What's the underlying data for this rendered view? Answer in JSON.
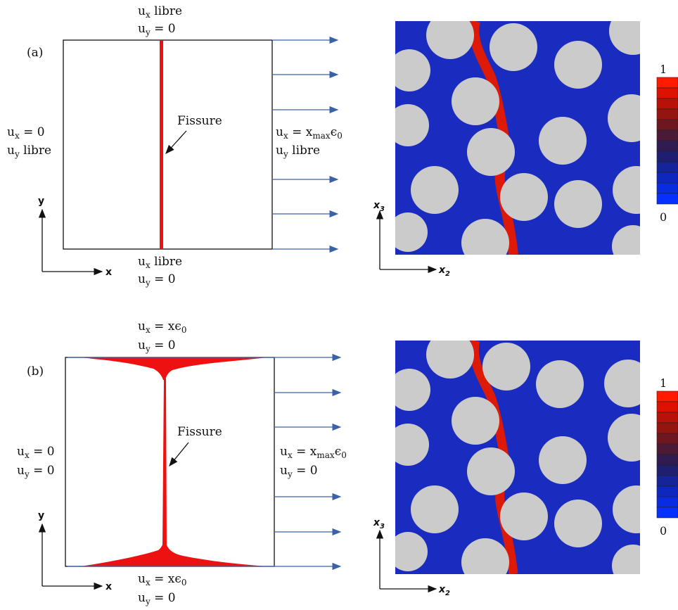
{
  "panel_a": {
    "label": "(a)",
    "top_bc": {
      "ux": "u",
      "ux_sub": "x",
      "ux_text": " libre",
      "uy": "u",
      "uy_sub": "y",
      "uy_text": " = 0"
    },
    "bottom_bc": {
      "ux": "u",
      "ux_sub": "x",
      "ux_text": " libre",
      "uy": "u",
      "uy_sub": "y",
      "uy_text": " = 0"
    },
    "left_bc": {
      "ux": "u",
      "ux_sub": "x",
      "ux_text": " = 0",
      "uy": "u",
      "uy_sub": "y",
      "uy_text": " libre"
    },
    "right_bc": {
      "ux": "u",
      "ux_sub": "x",
      "ux_text": " = x",
      "ux_sub2": "max",
      "ux_text2": "ϵ",
      "ux_sub3": "0",
      "uy": "u",
      "uy_sub": "y",
      "uy_text": " libre"
    },
    "crack_label": "Fissure",
    "axis_x": "x",
    "axis_y": "y"
  },
  "panel_b": {
    "label": "(b)",
    "top_bc": {
      "ux": "u",
      "ux_sub": "x",
      "ux_text": " = xϵ",
      "ux_sub2": "0",
      "uy": "u",
      "uy_sub": "y",
      "uy_text": " = 0"
    },
    "bottom_bc": {
      "ux": "u",
      "ux_sub": "x",
      "ux_text": " = xϵ",
      "ux_sub2": "0",
      "uy": "u",
      "uy_sub": "y",
      "uy_text": " = 0"
    },
    "left_bc": {
      "ux": "u",
      "ux_sub": "x",
      "ux_text": " = 0",
      "uy": "u",
      "uy_sub": "y",
      "uy_text": " = 0"
    },
    "right_bc": {
      "ux": "u",
      "ux_sub": "x",
      "ux_text": " = x",
      "ux_sub2": "max",
      "ux_text2": "ϵ",
      "ux_sub3": "0",
      "uy": "u",
      "uy_sub": "y",
      "uy_text": " = 0"
    },
    "crack_label": "Fissure",
    "axis_x": "x",
    "axis_y": "y"
  },
  "sim_axes": {
    "x": "x",
    "x_sub": "2",
    "y": "x",
    "y_sub": "3"
  },
  "colorbar": {
    "max_label": "1",
    "min_label": "0",
    "colors": [
      "#ff1a00",
      "#dd1100",
      "#b81208",
      "#941410",
      "#6f1720",
      "#4c1a36",
      "#301c50",
      "#1f1f72",
      "#16249a",
      "#0e28bd",
      "#0a2ce0",
      "#0530ff"
    ]
  },
  "colors": {
    "crack": "#ee1111",
    "arrow": "#3a62a8",
    "matrix": "#1a2bbf",
    "fiber": "#cbcbcb",
    "damage": "#dd1a08"
  }
}
